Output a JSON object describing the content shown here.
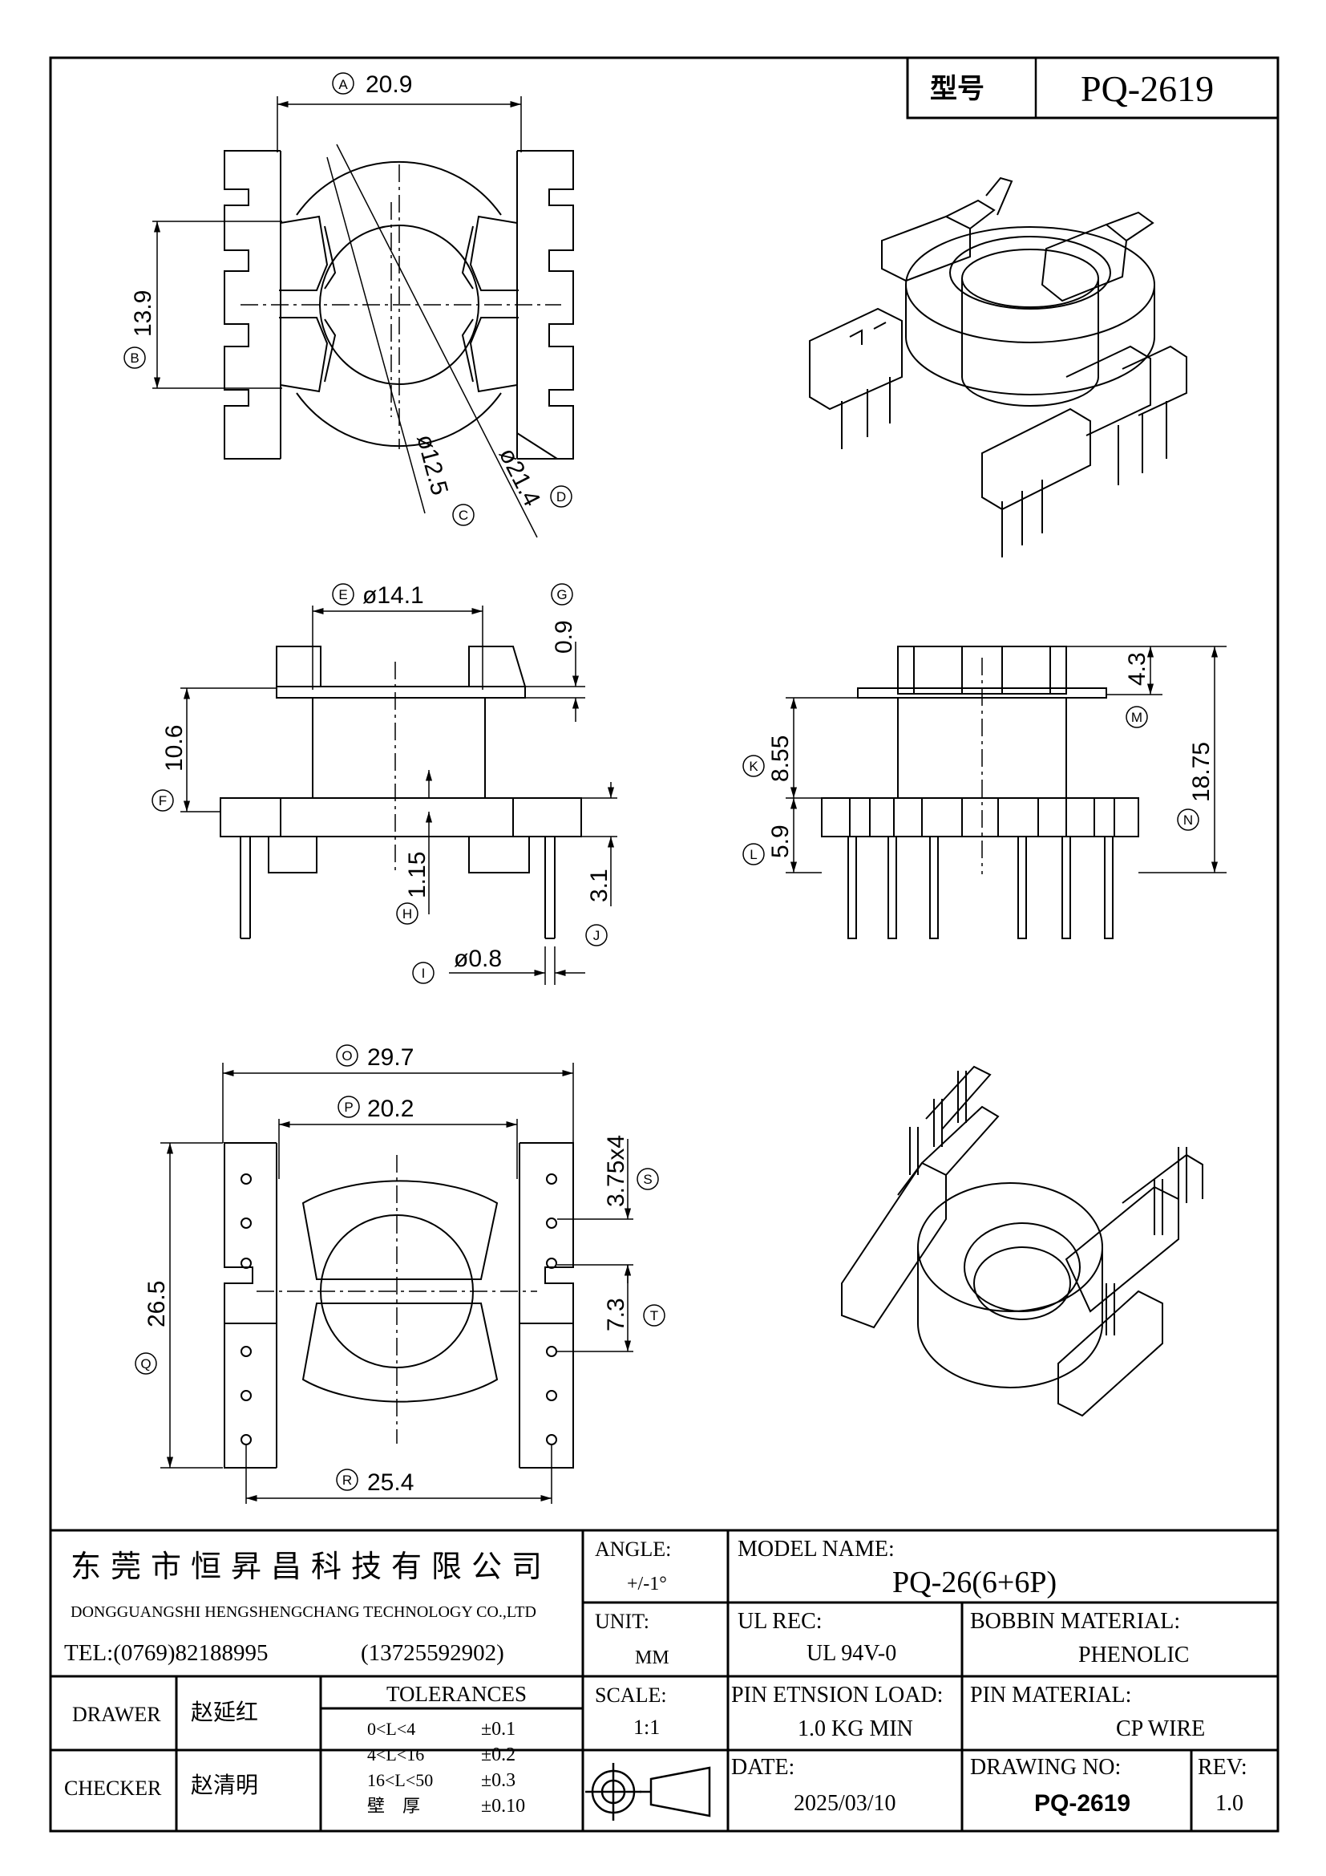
{
  "header": {
    "type_label": "型号",
    "part_number": "PQ-2619"
  },
  "dimensions": {
    "A": {
      "letter": "A",
      "value": "20.9"
    },
    "B": {
      "letter": "B",
      "value": "13.9"
    },
    "C": {
      "letter": "C",
      "value": "ø12.5"
    },
    "D_top": {
      "letter": "D",
      "value": "ø21.4"
    },
    "E": {
      "letter": "E",
      "value": "ø14.1"
    },
    "G": {
      "letter": "G",
      "value": "0.9"
    },
    "F": {
      "letter": "F",
      "value": "10.6"
    },
    "H": {
      "letter": "H",
      "value": "1.15"
    },
    "J": {
      "letter": "J",
      "value": "3.1"
    },
    "I": {
      "letter": "I",
      "value": "ø0.8"
    },
    "M": {
      "letter": "M",
      "value": "4.3"
    },
    "K": {
      "letter": "K",
      "value": "8.55"
    },
    "N": {
      "letter": "N",
      "value": "18.75"
    },
    "L": {
      "letter": "L",
      "value": "5.9"
    },
    "O": {
      "letter": "O",
      "value": "29.7"
    },
    "P": {
      "letter": "P",
      "value": "20.2"
    },
    "S": {
      "letter": "S",
      "value": "3.75x4"
    },
    "Q": {
      "letter": "Q",
      "value": "26.5"
    },
    "T": {
      "letter": "T",
      "value": "7.3"
    },
    "R": {
      "letter": "R",
      "value": "25.4"
    }
  },
  "title_block": {
    "company_cn": "东莞市恒昇昌科技有限公司",
    "company_en": "DONGGUANGSHI HENGSHENGCHANG TECHNOLOGY CO.,LTD",
    "tel": "TEL:(0769)82188995",
    "mobile": "(13725592902)",
    "angle_label": "ANGLE:",
    "angle_value": "+/-1°",
    "model_label": "MODEL NAME:",
    "model_value": "PQ-26(6+6P)",
    "unit_label": "UNIT:",
    "unit_value": "MM",
    "ul_label": "UL REC:",
    "ul_value": "UL 94V-0",
    "bobbin_label": "BOBBIN MATERIAL:",
    "bobbin_value": "PHENOLIC",
    "drawer_label": "DRAWER",
    "drawer_name": "赵延红",
    "checker_label": "CHECKER",
    "checker_name": "赵清明",
    "tolerances_label": "TOLERANCES",
    "tolerances": [
      {
        "range": "0<L<4",
        "value": "±0.1"
      },
      {
        "range": "4<L<16",
        "value": "±0.2"
      },
      {
        "range": "16<L<50",
        "value": "±0.3"
      },
      {
        "range": "壁　厚",
        "value": "±0.10"
      }
    ],
    "scale_label": "SCALE:",
    "scale_value": "1:1",
    "pin_load_label": "PIN ETNSION LOAD:",
    "pin_load_value": "1.0 KG MIN",
    "pin_material_label": "PIN MATERIAL:",
    "pin_material_value": "CP WIRE",
    "date_label": "DATE:",
    "date_value": "2025/03/10",
    "drawing_no_label": "DRAWING NO:",
    "drawing_no_value": "PQ-2619",
    "rev_label": "REV:",
    "rev_value": "1.0"
  }
}
